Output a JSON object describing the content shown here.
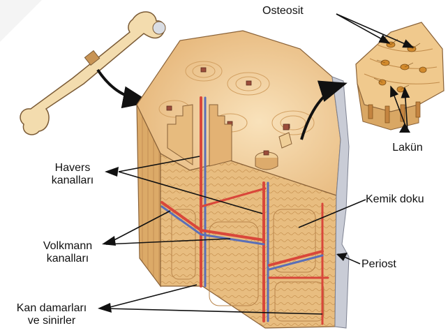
{
  "labels": {
    "osteosit": "Osteosit",
    "lakun": "Lakün",
    "havers_line1": "Havers",
    "havers_line2": "kanalları",
    "kemik_doku": "Kemik doku",
    "volkmann_line1": "Volkmann",
    "volkmann_line2": "kanalları",
    "periost": "Periost",
    "kan_line1": "Kan damarları",
    "kan_line2": "ve sinirler"
  },
  "colors": {
    "bone_light": "#f2cf9a",
    "bone_mid": "#e3b26f",
    "bone_dark": "#c98e48",
    "vessel_red": "#d9473a",
    "vessel_blue": "#5a6fb8",
    "periost_grey": "#c9ccd6",
    "femur": "#f3dcae",
    "arrow": "#111111"
  },
  "icons": {
    "femur": "femur-bone-icon",
    "osteocyte_inset": "osteocyte-magnified-inset",
    "block": "compact-bone-cross-section"
  }
}
